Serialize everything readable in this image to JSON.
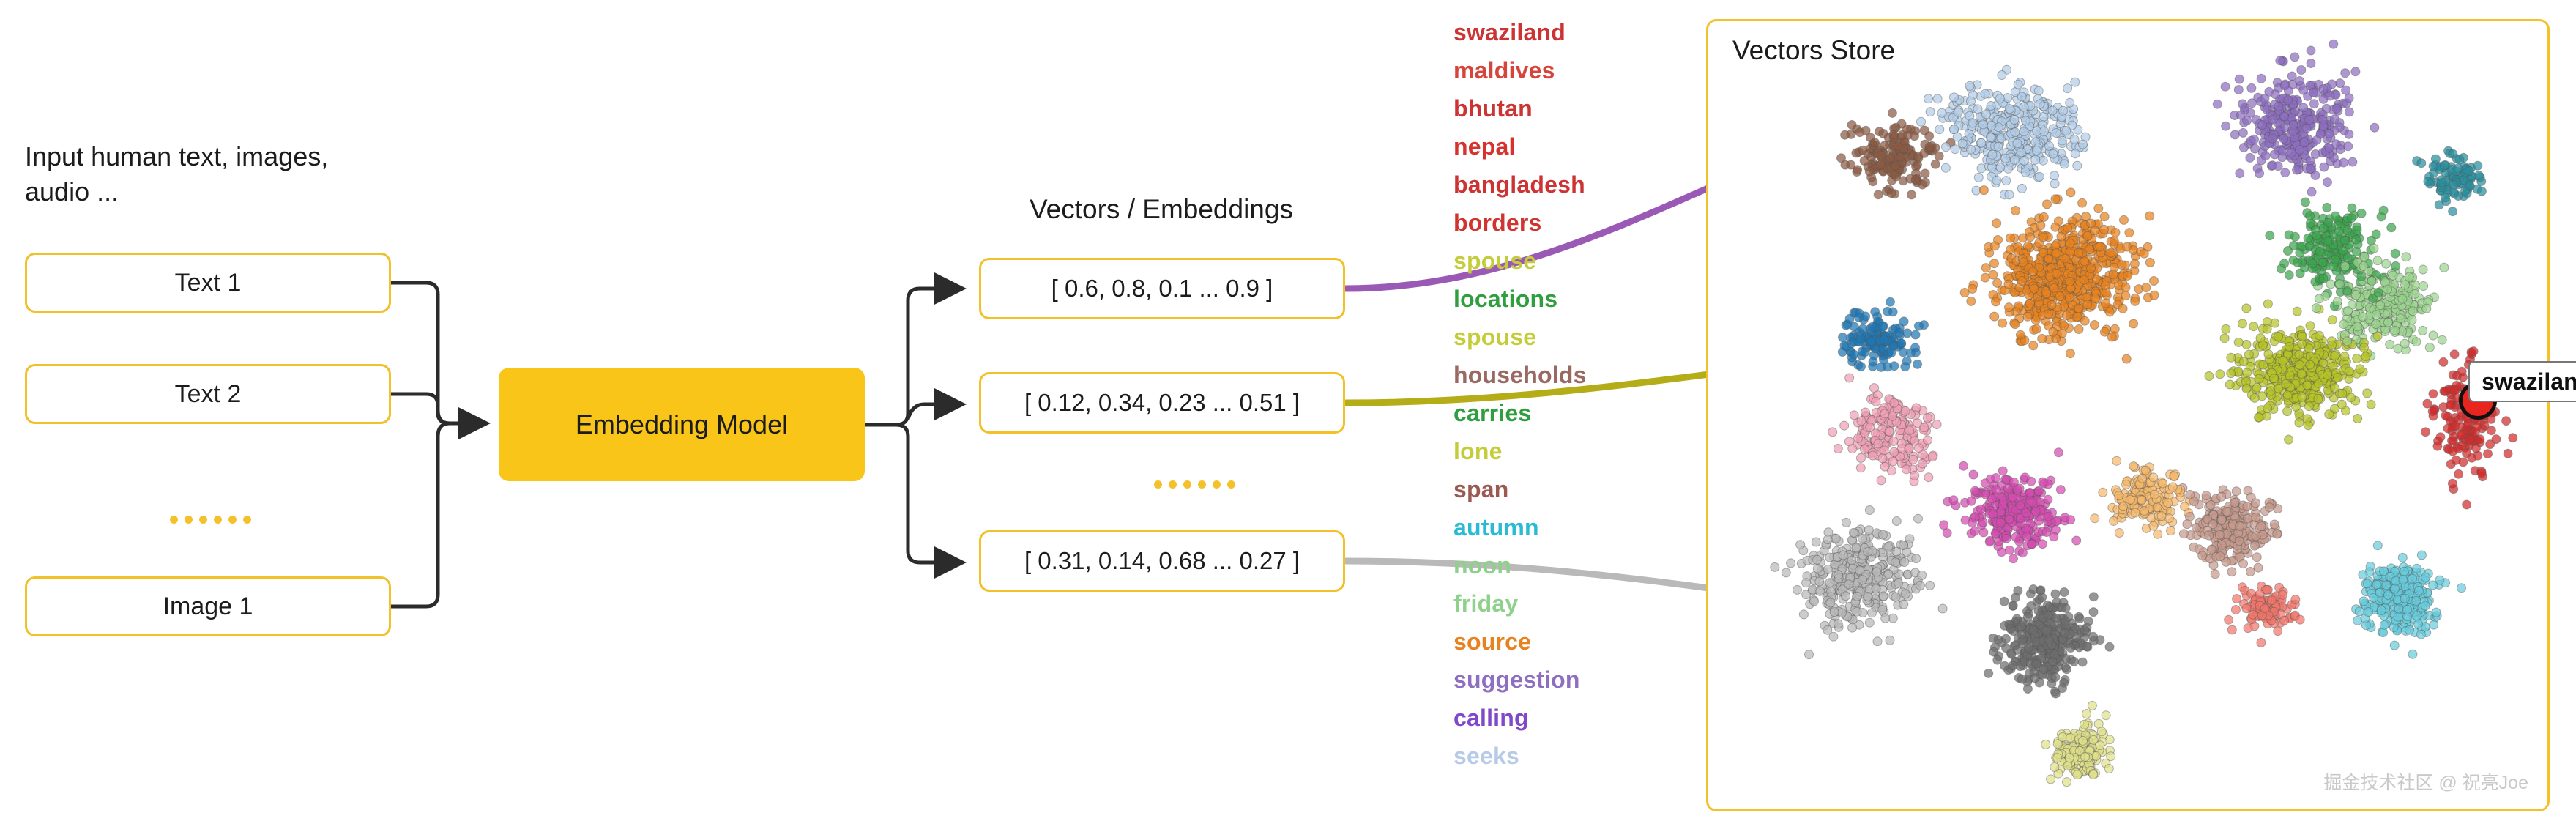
{
  "input": {
    "caption": "Input human text, images,\naudio ...",
    "items": [
      {
        "label": "Text 1"
      },
      {
        "label": "Text 2"
      },
      {
        "label": "Image 1"
      }
    ],
    "ellipsis_dots": 6
  },
  "model": {
    "label": "Embedding Model",
    "fill": "#f9c518"
  },
  "vectors": {
    "title": "Vectors / Embeddings",
    "items": [
      {
        "label": "[ 0.6, 0.8, 0.1 ... 0.9 ]",
        "wire_color": "#9b59b6"
      },
      {
        "label": "[ 0.12, 0.34, 0.23 ... 0.51 ]",
        "wire_color": "#b5ad18"
      },
      {
        "label": "[ 0.31, 0.14, 0.68 ... 0.27 ]",
        "wire_color": "#b9b9b9"
      }
    ],
    "ellipsis_dots": 6
  },
  "word_list": [
    {
      "text": "swaziland",
      "color": "#cc3333"
    },
    {
      "text": "maldives",
      "color": "#d6453c"
    },
    {
      "text": "bhutan",
      "color": "#cc3333"
    },
    {
      "text": "nepal",
      "color": "#d6332e"
    },
    {
      "text": "bangladesh",
      "color": "#cc3333"
    },
    {
      "text": "borders",
      "color": "#cf3430"
    },
    {
      "text": "spouse",
      "color": "#c4cc3a"
    },
    {
      "text": "locations",
      "color": "#2e9e3e"
    },
    {
      "text": "spouse",
      "color": "#c4cc3a"
    },
    {
      "text": "households",
      "color": "#9a6a62"
    },
    {
      "text": "carries",
      "color": "#2e9e3e"
    },
    {
      "text": "lone",
      "color": "#c4cc3a"
    },
    {
      "text": "span",
      "color": "#9a5a52"
    },
    {
      "text": "autumn",
      "color": "#2bbad4"
    },
    {
      "text": "noon",
      "color": "#8fd08a"
    },
    {
      "text": "friday",
      "color": "#8fd08a"
    },
    {
      "text": "source",
      "color": "#e8821e"
    },
    {
      "text": "suggestion",
      "color": "#8e6ec0"
    },
    {
      "text": "calling",
      "color": "#8049c9"
    },
    {
      "text": "seeks",
      "color": "#b7cbe6"
    }
  ],
  "store": {
    "title": "Vectors Store",
    "watermark": "掘金技术社区 @ 祝亮Joe",
    "border_color": "#f5c12b",
    "highlight": {
      "label": "swaziland",
      "dot_color": "#e8261e"
    }
  },
  "chart_data": {
    "type": "scatter",
    "title": "Vectors Store",
    "xlabel": "",
    "ylabel": "",
    "grid": false,
    "legend": "none",
    "point_count_approx": 4200,
    "marker_radius_px": 6,
    "clusters": [
      {
        "name": "countries-red",
        "color": "#d22b2b",
        "cx": 0.9,
        "cy": 0.5,
        "n": 150,
        "sx": 0.045,
        "sy": 0.075
      },
      {
        "name": "locations-green",
        "color": "#3aa54c",
        "cx": 0.74,
        "cy": 0.29,
        "n": 180,
        "sx": 0.06,
        "sy": 0.06
      },
      {
        "name": "orange-core",
        "color": "#e8821e",
        "cx": 0.42,
        "cy": 0.32,
        "n": 620,
        "sx": 0.09,
        "sy": 0.08
      },
      {
        "name": "lightblue",
        "color": "#b3cde8",
        "cx": 0.36,
        "cy": 0.14,
        "n": 330,
        "sx": 0.09,
        "sy": 0.065
      },
      {
        "name": "purple",
        "color": "#8e6ec0",
        "cx": 0.7,
        "cy": 0.13,
        "n": 300,
        "sx": 0.075,
        "sy": 0.07
      },
      {
        "name": "brown",
        "color": "#8a5a43",
        "cx": 0.22,
        "cy": 0.17,
        "n": 160,
        "sx": 0.055,
        "sy": 0.05
      },
      {
        "name": "olive-yellow",
        "color": "#b5c327",
        "cx": 0.7,
        "cy": 0.44,
        "n": 420,
        "sx": 0.08,
        "sy": 0.065
      },
      {
        "name": "lightgreen",
        "color": "#9bd48f",
        "cx": 0.8,
        "cy": 0.36,
        "n": 250,
        "sx": 0.065,
        "sy": 0.06
      },
      {
        "name": "magenta",
        "color": "#d44bb0",
        "cx": 0.36,
        "cy": 0.62,
        "n": 260,
        "sx": 0.06,
        "sy": 0.05
      },
      {
        "name": "gray-light",
        "color": "#b9b9b9",
        "cx": 0.18,
        "cy": 0.7,
        "n": 330,
        "sx": 0.075,
        "sy": 0.065
      },
      {
        "name": "gray-dark",
        "color": "#6e6e6e",
        "cx": 0.4,
        "cy": 0.78,
        "n": 300,
        "sx": 0.06,
        "sy": 0.06
      },
      {
        "name": "tan",
        "color": "#c69a8c",
        "cx": 0.62,
        "cy": 0.64,
        "n": 230,
        "sx": 0.055,
        "sy": 0.05
      },
      {
        "name": "cyan",
        "color": "#67ccdd",
        "cx": 0.82,
        "cy": 0.73,
        "n": 260,
        "sx": 0.05,
        "sy": 0.05
      },
      {
        "name": "pale-yellow",
        "color": "#dfe08a",
        "cx": 0.44,
        "cy": 0.92,
        "n": 150,
        "sx": 0.035,
        "sy": 0.035
      },
      {
        "name": "pink",
        "color": "#f0a0b4",
        "cx": 0.22,
        "cy": 0.52,
        "n": 180,
        "sx": 0.06,
        "sy": 0.06
      },
      {
        "name": "blue",
        "color": "#1f77b4",
        "cx": 0.2,
        "cy": 0.4,
        "n": 130,
        "sx": 0.045,
        "sy": 0.04
      },
      {
        "name": "salmon",
        "color": "#f2766b",
        "cx": 0.66,
        "cy": 0.74,
        "n": 110,
        "sx": 0.035,
        "sy": 0.03
      },
      {
        "name": "peach",
        "color": "#f5b96b",
        "cx": 0.52,
        "cy": 0.6,
        "n": 140,
        "sx": 0.05,
        "sy": 0.04
      },
      {
        "name": "teal-dark",
        "color": "#2a8f9e",
        "cx": 0.88,
        "cy": 0.2,
        "n": 90,
        "sx": 0.04,
        "sy": 0.04
      }
    ],
    "annotations": [
      {
        "label": "vector-1-arrow",
        "color": "#9b59b6",
        "to_x": 0.63,
        "to_y": 0.13
      },
      {
        "label": "vector-2-arrow",
        "color": "#b5ad18",
        "to_x": 0.56,
        "to_y": 0.44
      },
      {
        "label": "vector-3-arrow",
        "color": "#b9b9b9",
        "to_x": 0.12,
        "to_y": 0.72
      }
    ]
  }
}
